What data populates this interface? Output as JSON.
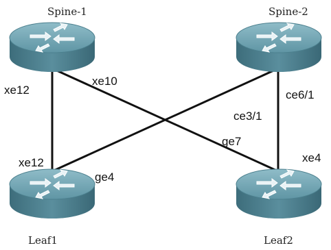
{
  "nodes": {
    "spine1": {
      "label": "Spine-1"
    },
    "spine2": {
      "label": "Spine-2"
    },
    "leaf1": {
      "label": "Leaf1"
    },
    "leaf2": {
      "label": "Leaf2"
    }
  },
  "ports": {
    "spine1_to_leaf1": "xe12",
    "spine1_to_leaf2": "xe10",
    "leaf1_to_spine1": "xe12",
    "leaf1_to_spine2": "ge4",
    "spine2_to_leaf2": "ce6/1",
    "leaf2_to_spine2": "ce3/1",
    "leaf2_to_spine1": "ge7",
    "leaf2_side": "xe4"
  },
  "colors": {
    "router_top": "#6fa3b1",
    "router_body": "#4f8596",
    "router_dark": "#3a6876",
    "link": "#111111"
  },
  "icons": [
    "router-icon"
  ]
}
